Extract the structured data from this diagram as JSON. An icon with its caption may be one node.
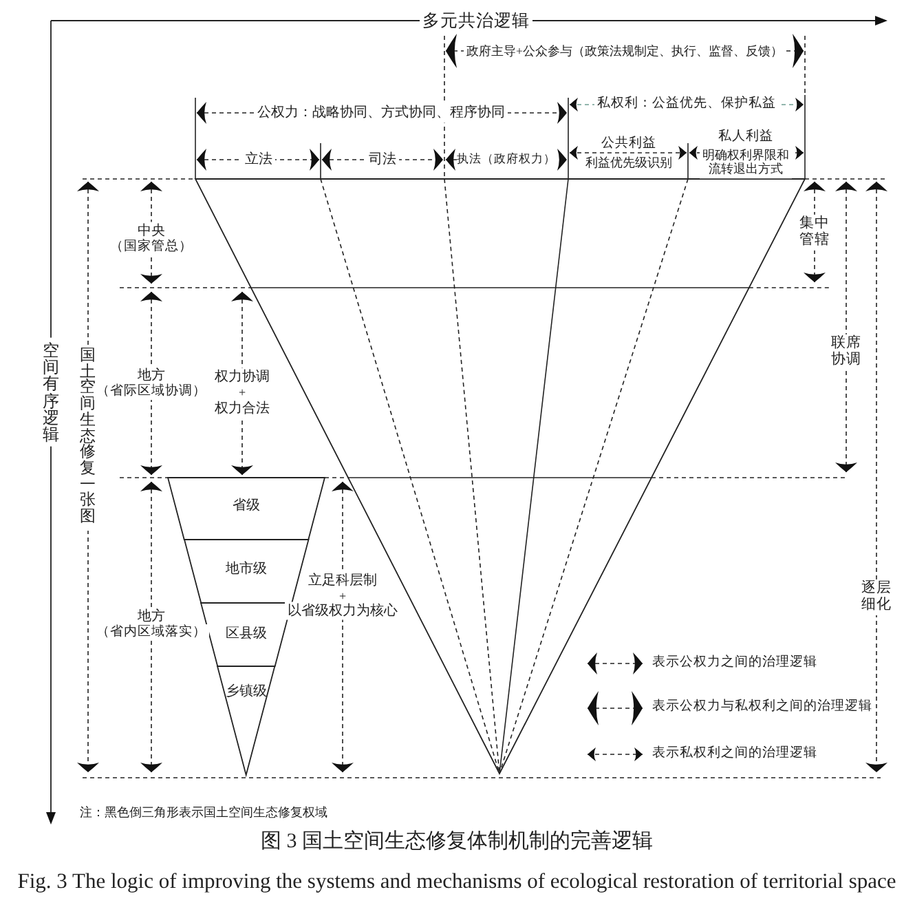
{
  "diagram": {
    "caption": "图 3 国土空间生态修复体制机制的完善逻辑",
    "nodes": [
      {
        "text": [
          "省级"
        ]
      },
      {
        "text": [
          "地市级"
        ]
      },
      {
        "text": [
          "区县级"
        ]
      },
      {
        "text": [
          "乡镇级"
        ]
      }
    ],
    "labels": [
      "多元共治逻辑",
      "政府主导+公众参与（政策法规制定、执行、监督、反馈）",
      "公权力：战略协同、方式协同、程序协同",
      "私权利：公益优先、保护私益",
      "立法",
      "司法",
      "执法（政府权力）",
      "公共利益",
      "利益优先级识别",
      "私人利益",
      "明确权利界限和流转退出方式",
      "空间有序逻辑",
      "国土空间生态修复一张图",
      "中央",
      "（国家管总）",
      "集中管辖",
      "地方",
      "（省际区域协调）",
      "权力协调",
      "+",
      "权力合法",
      "联席协调",
      "地方",
      "（省内区域落实）",
      "立足科层制",
      "+",
      "以省级权力为核心",
      "逐层细化",
      "注：黑色倒三角形表示国土空间生态修复权域",
      "Fig. 3 The logic of improving the systems and mechanisms of ecological restoration of territorial space"
    ],
    "legend": [
      {
        "text": "表示公权力之间的治理逻辑"
      },
      {
        "text": "表示公权力与私权利之间的治理逻辑"
      },
      {
        "text": "表示私权利之间的治理逻辑"
      }
    ]
  }
}
